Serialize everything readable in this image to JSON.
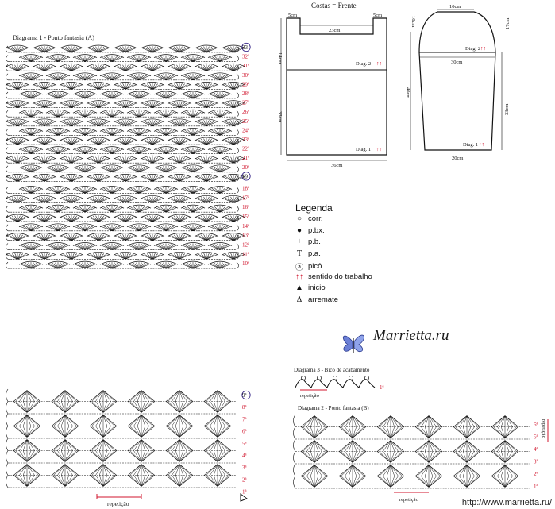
{
  "diagram1": {
    "title": "Diagrama 1 - Ponto fantasia (A)",
    "rows": [
      "33",
      "32ª",
      "31ª",
      "30ª",
      "29ª",
      "28ª",
      "27ª",
      "26ª",
      "25ª",
      "24ª",
      "23ª",
      "22ª",
      "21ª",
      "20ª",
      "19",
      "18ª",
      "17ª",
      "16ª",
      "15ª",
      "14ª",
      "13ª",
      "12ª",
      "11ª",
      "10ª",
      "9ª",
      "8ª",
      "7ª",
      "6ª",
      "5ª",
      "4ª",
      "3ª",
      "2ª",
      "1ª"
    ],
    "circled_rows": [
      "33",
      "19",
      "9ª"
    ],
    "repeat_label": "repetição"
  },
  "garment": {
    "back_title": "Costas = Frente",
    "back": {
      "strap_left": "5cm",
      "strap_right": "5cm",
      "neck": "23cm",
      "upper_height": "14cm",
      "lower_height": "33cm",
      "bottom_width": "36cm",
      "diag_upper": "Diag. 2",
      "diag_lower": "Diag. 1",
      "arrows": "↑↑"
    },
    "sleeve": {
      "top_width": "10cm",
      "cap_height": "10cm",
      "side_upper": "17cm",
      "mid_width": "30cm",
      "total_height": "40cm",
      "side_lower": "33cm",
      "bottom_width": "20cm",
      "diag_upper": "Diag. 2",
      "diag_lower": "Diag. 1",
      "arrows": "↑↑"
    }
  },
  "legend": {
    "title": "Legenda",
    "items": [
      {
        "symbol": "○",
        "label": "corr."
      },
      {
        "symbol": "●",
        "label": "p.bx."
      },
      {
        "symbol": "+",
        "label": "p.b."
      },
      {
        "symbol": "Ŧ",
        "label": "p.a."
      },
      {
        "symbol": "ⓐ",
        "label": "picô"
      },
      {
        "symbol": "↑↑",
        "label": "sentido do trabalho"
      },
      {
        "symbol": "▲",
        "label": "inicio"
      },
      {
        "symbol": "Δ",
        "label": "arremate"
      }
    ]
  },
  "brand": {
    "name": "Marrietta.ru",
    "icon": "butterfly-icon"
  },
  "diagram3": {
    "title": "Diagrama 3 - Bico de acabamento",
    "row": "1ª",
    "repeat_label": "repetição"
  },
  "diagram2": {
    "title": "Diagrama 2 - Ponto fantasia (B)",
    "rows": [
      "6ª",
      "5ª",
      "4ª",
      "3ª",
      "2ª",
      "1ª"
    ],
    "repeat_label": "repetição",
    "side_repeat_label": "repetição"
  },
  "footer": {
    "url": "http://www.marrietta.ru/"
  },
  "colors": {
    "row_numbers": "#d0142c",
    "lines": "#111111",
    "circle_marks": "#3a2a8a"
  }
}
